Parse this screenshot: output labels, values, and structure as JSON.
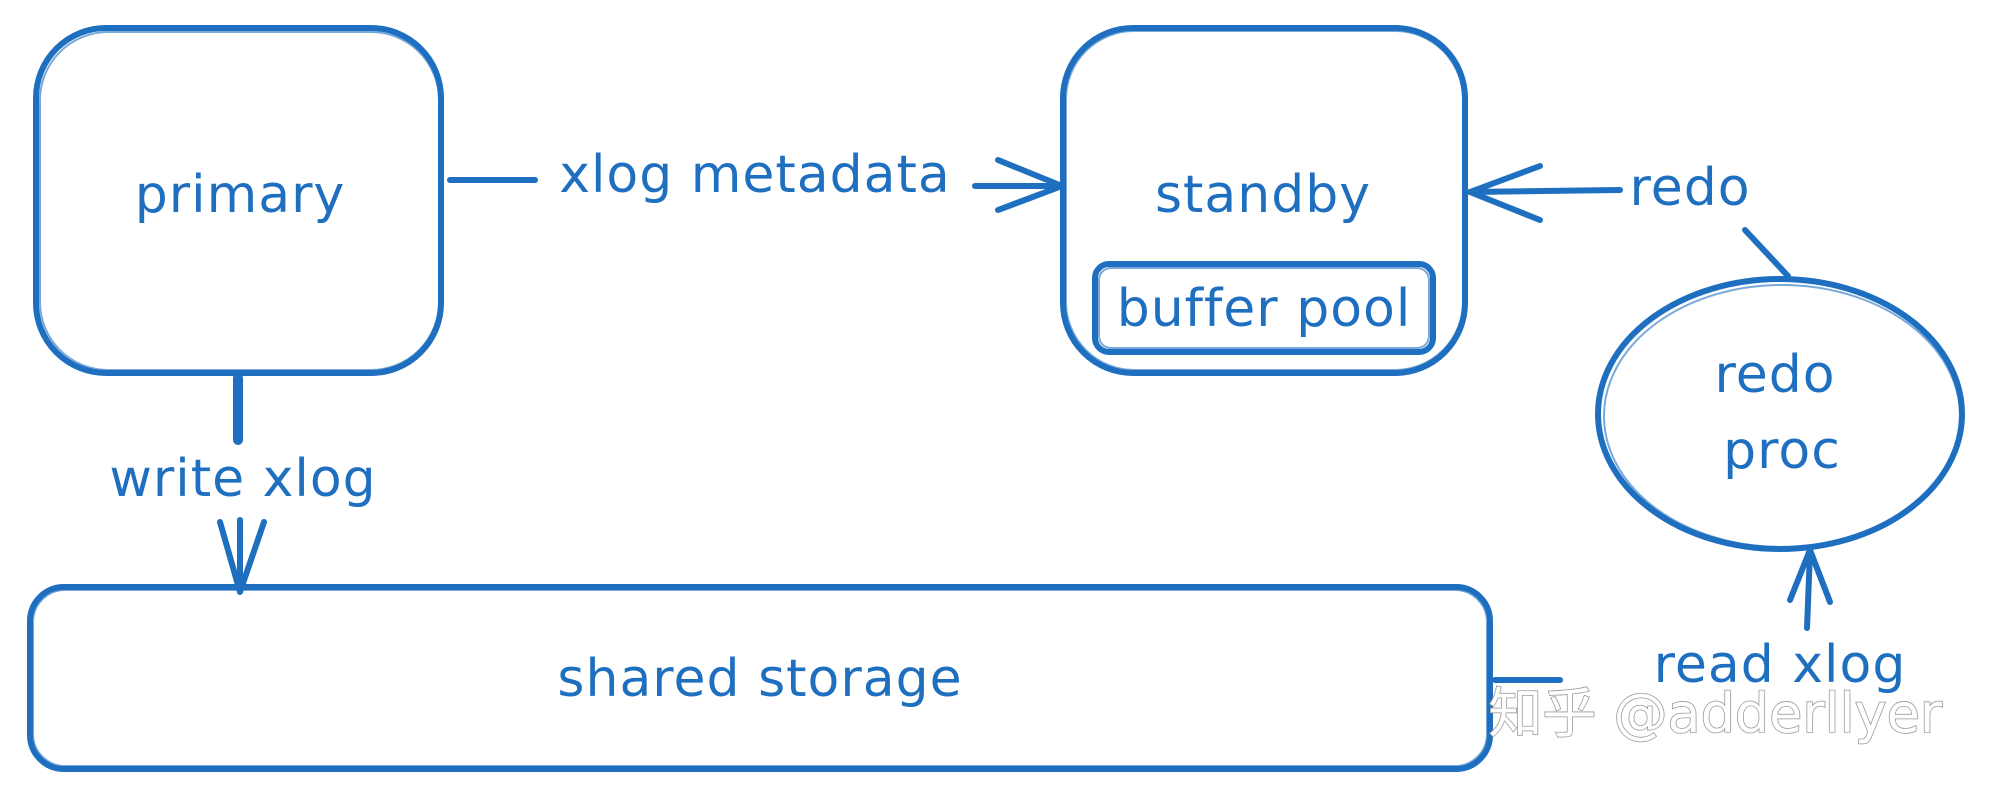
{
  "diagram": {
    "stroke_color": "#1f6fc0",
    "nodes": {
      "primary": "primary",
      "standby": "standby",
      "buffer_pool": "buffer pool",
      "redo_proc_line1": "redo",
      "redo_proc_line2": "proc",
      "shared_storage": "shared storage"
    },
    "edges": {
      "xlog_metadata": "xlog metadata",
      "write_xlog": "write xlog",
      "redo": "redo",
      "read_xlog": "read xlog"
    }
  },
  "watermark": {
    "text": "知乎 @adderllyer"
  }
}
